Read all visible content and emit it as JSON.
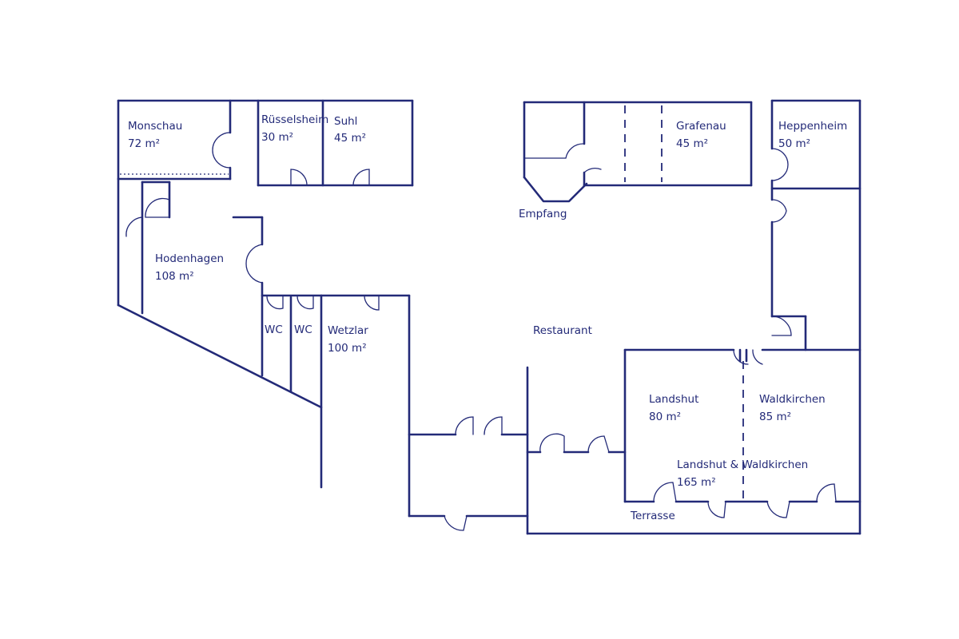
{
  "theme": {
    "ink": "#232a78",
    "background": "#ffffff"
  },
  "rooms": {
    "monschau": {
      "name": "Monschau",
      "area": "72 m²"
    },
    "ruesselsheim": {
      "name": "Rüsselsheim",
      "area": "30 m²"
    },
    "suhl": {
      "name": "Suhl",
      "area": "45 m²"
    },
    "grafenau": {
      "name": "Grafenau",
      "area": "45 m²"
    },
    "heppenheim": {
      "name": "Heppenheim",
      "area": "50 m²"
    },
    "hodenhagen": {
      "name": "Hodenhagen",
      "area": "108 m²"
    },
    "wc1": {
      "name": "WC"
    },
    "wc2": {
      "name": "WC"
    },
    "wetzlar": {
      "name": "Wetzlar",
      "area": "100 m²"
    },
    "landshut": {
      "name": "Landshut",
      "area": "80 m²"
    },
    "waldkirchen": {
      "name": "Waldkirchen",
      "area": "85 m²"
    },
    "combined": {
      "name": "Landshut & Waldkirchen",
      "area": "165 m²"
    }
  },
  "areas": {
    "empfang": "Empfang",
    "restaurant": "Restaurant",
    "terrasse": "Terrasse"
  }
}
